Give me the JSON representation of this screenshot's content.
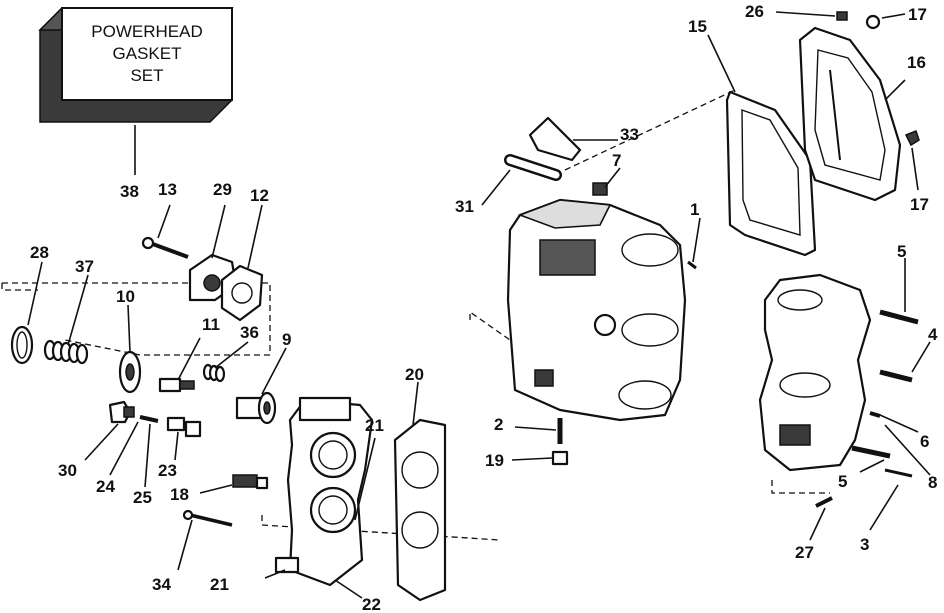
{
  "kit_box": {
    "lines": [
      "POWERHEAD",
      "GASKET",
      "SET"
    ],
    "part_number": "38"
  },
  "callouts": {
    "c1": "1",
    "c2": "2",
    "c3": "3",
    "c4": "4",
    "c5a": "5",
    "c5b": "5",
    "c6": "6",
    "c7": "7",
    "c8": "8",
    "c9": "9",
    "c10": "10",
    "c11": "11",
    "c12": "12",
    "c13": "13",
    "c15": "15",
    "c16": "16",
    "c17a": "17",
    "c17b": "17",
    "c18": "18",
    "c19": "19",
    "c20": "20",
    "c21a": "21",
    "c21b": "21",
    "c22": "22",
    "c23": "23",
    "c24": "24",
    "c25": "25",
    "c26": "26",
    "c27": "27",
    "c28": "28",
    "c29": "29",
    "c30": "30",
    "c31": "31",
    "c33": "33",
    "c34": "34",
    "c36": "36",
    "c37": "37"
  }
}
